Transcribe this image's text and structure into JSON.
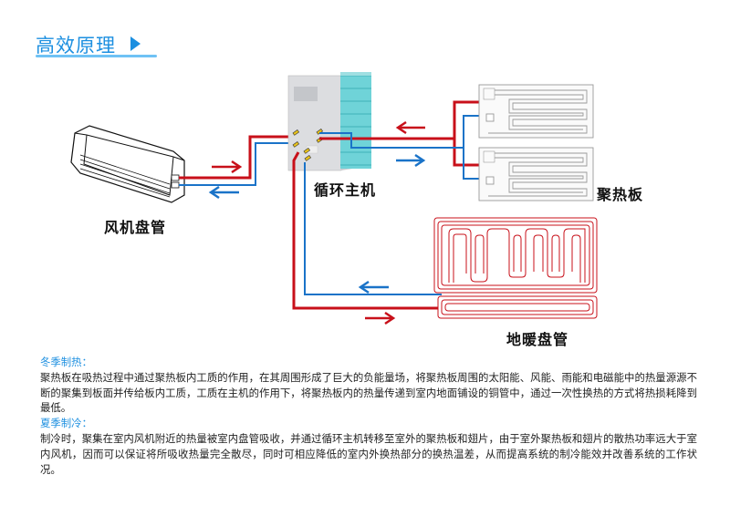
{
  "header": {
    "title": "高效原理",
    "arrow_icon": "play-triangle-icon",
    "accent_color": "#1c8fe0"
  },
  "diagram": {
    "labels": {
      "fan_coil": "风机盘管",
      "main_unit": "循环主机",
      "heat_panel": "聚热板",
      "floor_heating": "地暖盘管"
    },
    "colors": {
      "hot_pipe": "#c8101a",
      "cold_pipe": "#1a73c8"
    }
  },
  "content": {
    "winter": {
      "heading": "冬季制热：",
      "text": "聚热板在吸热过程中通过聚热板内工质的作用，在其周围形成了巨大的负能量场，将聚热板周围的太阳能、风能、雨能和电磁能中的热量源源不断的聚集到板面并传给板内工质，工质在主机的作用下，将聚热板内的热量传递到室内地面铺设的铜管中，通过一次性换热的方式将热损耗降到最低。"
    },
    "summer": {
      "heading": "夏季制冷：",
      "text": "制冷时，聚集在室内风机附近的热量被室内盘管吸收，并通过循环主机转移至室外的聚热板和翅片，由于室外聚热板和翅片的散热功率远大于室内风机，因而可以保证将所吸收热量完全散尽，同时可相应降低的室内外换热部分的换热温差，从而提高系统的制冷能效并改善系统的工作状况。"
    }
  }
}
